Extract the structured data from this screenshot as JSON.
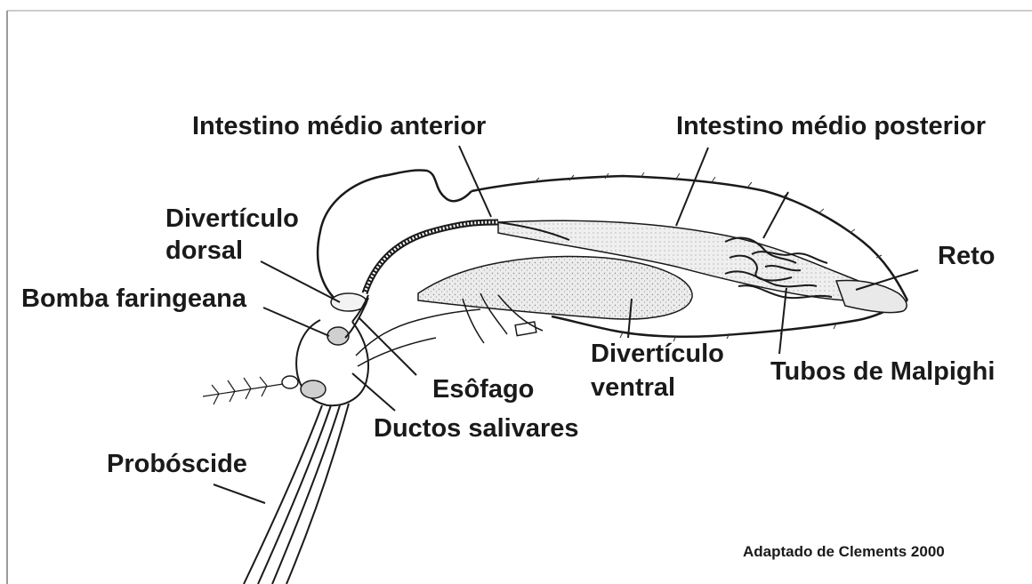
{
  "labels": {
    "intestino_medio_anterior": "Intestino médio anterior",
    "intestino_medio_posterior": "Intestino médio posterior",
    "diverticulo_dorsal_1": "Divertículo",
    "diverticulo_dorsal_2": "dorsal",
    "bomba_faringeana": "Bomba faringeana",
    "reto": "Reto",
    "diverticulo_ventral_1": "Divertículo",
    "diverticulo_ventral_2": "ventral",
    "esofago": "Esôfago",
    "tubos_de_malpighi": "Tubos de Malpighi",
    "ductos_salivares": "Ductos salivares",
    "proboscide": "Probóscide"
  },
  "credit": "Adaptado de Clements 2000",
  "colors": {
    "ink": "#1a1a1a",
    "organ_fill": "#e9e9e9",
    "background": "#ffffff",
    "frame": "#7a7a7a"
  }
}
